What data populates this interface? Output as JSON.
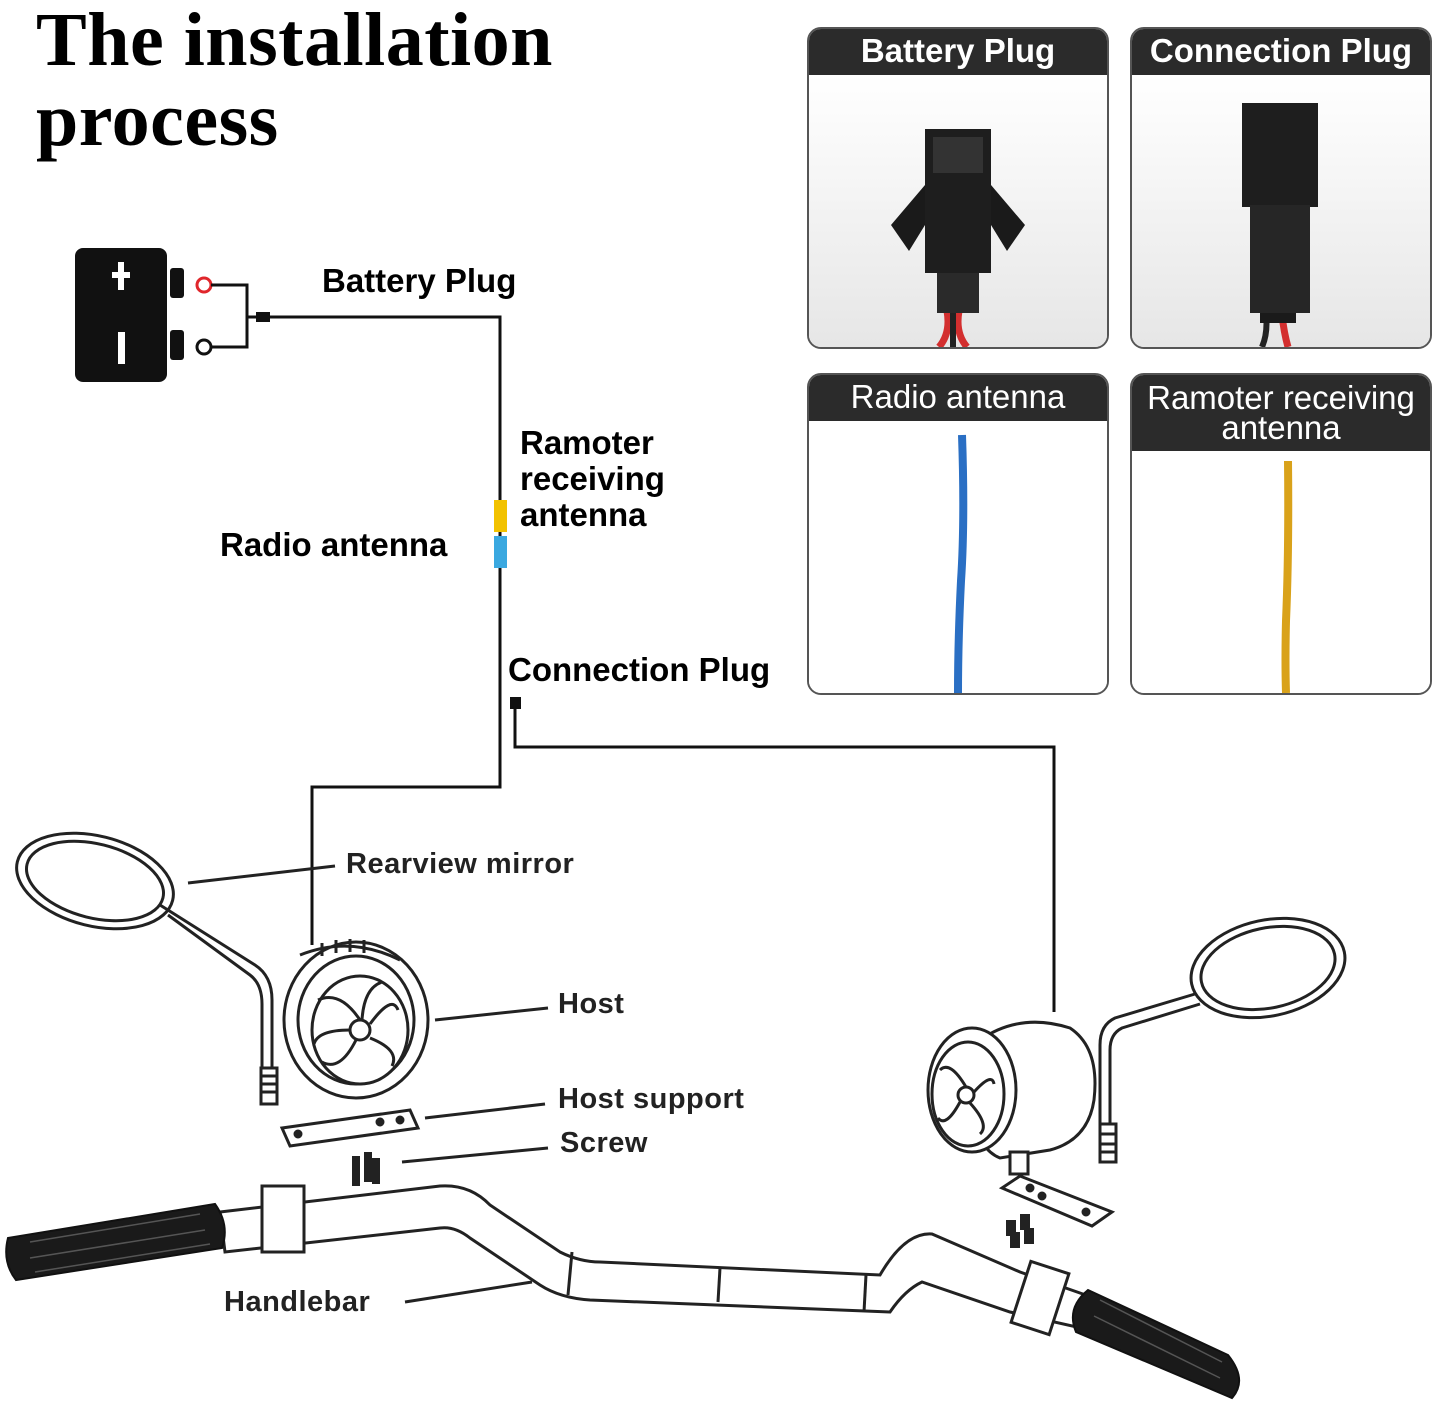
{
  "title": {
    "line1": "The installation",
    "line2": "process"
  },
  "diagram_labels": {
    "battery_plug": "Battery Plug",
    "remote_antenna_1": "Ramoter",
    "remote_antenna_2": "receiving",
    "remote_antenna_3": "antenna",
    "radio_antenna": "Radio antenna",
    "connection_plug": "Connection Plug"
  },
  "part_labels": {
    "rearview_mirror": "Rearview mirror",
    "host": "Host",
    "host_support": "Host support",
    "screw": "Screw",
    "handlebar": "Handlebar"
  },
  "panels": {
    "battery_plug": {
      "title": "Battery Plug"
    },
    "connection_plug": {
      "title": "Connection Plug"
    },
    "radio_antenna": {
      "title": "Radio antenna",
      "wire_color": "#2a6fc4"
    },
    "remote_antenna": {
      "title_line1": "Ramoter receiving",
      "title_line2": "antenna",
      "wire_color": "#d9a21a"
    }
  },
  "battery": {
    "plus_symbol": "+",
    "minus_symbol": "I",
    "positive_terminal_color": "#e0262b"
  },
  "wire_colors": {
    "remote_antenna": "#f2c200",
    "radio_antenna": "#3aa8e0",
    "main": "#111111"
  }
}
